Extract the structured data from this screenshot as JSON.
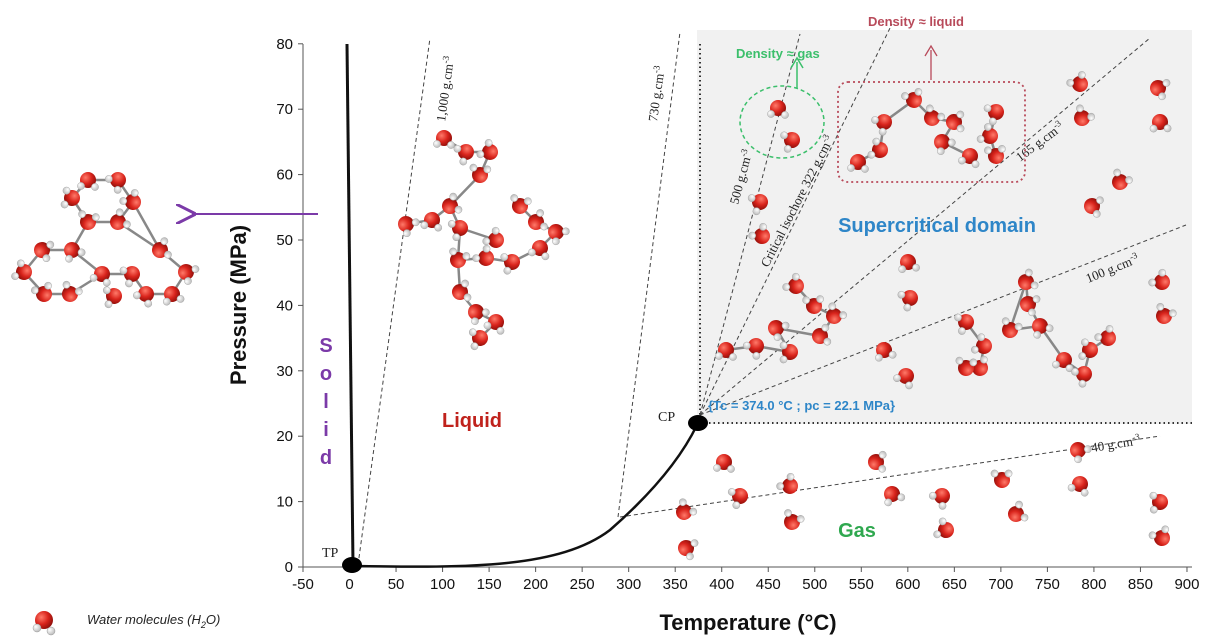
{
  "axes": {
    "x_title": "Temperature (°C)",
    "y_title": "Pressure (MPa)",
    "x_ticks": [
      "-50",
      "0",
      "50",
      "100",
      "150",
      "200",
      "250",
      "300",
      "350",
      "400",
      "450",
      "500",
      "550",
      "600",
      "650",
      "700",
      "750",
      "800",
      "850",
      "900"
    ],
    "y_ticks": [
      "0",
      "10",
      "20",
      "30",
      "40",
      "50",
      "60",
      "70",
      "80"
    ],
    "x_range": [
      -50,
      900
    ],
    "y_range": [
      0,
      80
    ]
  },
  "regions": {
    "solid_letters": [
      "S",
      "o",
      "l",
      "i",
      "d"
    ],
    "liquid": "Liquid",
    "supercritical": "Supercritical domain",
    "gas": "Gas"
  },
  "points": {
    "triple_point": {
      "label": "TP",
      "temperature": 0.01,
      "pressure": 0.0006
    },
    "critical_point": {
      "label": "CP",
      "temperature": 374.0,
      "pressure": 22.1
    }
  },
  "critical_annotation": "{Tc = 374.0 °C ; pc = 22.1 MPa}",
  "isochores": [
    {
      "label": "1,000 g.cm-3",
      "value": "1,000",
      "unit": "g.cm",
      "exp": "-3"
    },
    {
      "label": "730 g.cm-3",
      "value": "730",
      "unit": "g.cm",
      "exp": "-3"
    },
    {
      "label": "500 g.cm-3",
      "value": "500",
      "unit": "g.cm",
      "exp": "-3"
    },
    {
      "label": "Critical isochore 322 g.cm-3",
      "value": "Critical isochore  322",
      "unit": "g.cm",
      "exp": "-3"
    },
    {
      "label": "165 g.cm-3",
      "value": "165",
      "unit": "g.cm",
      "exp": "-3"
    },
    {
      "label": "100 g.cm-3",
      "value": "100",
      "unit": "g.cm",
      "exp": "-3"
    },
    {
      "label": "40 g.cm-3",
      "value": "40",
      "unit": "g.cm",
      "exp": "-3"
    }
  ],
  "annotations": {
    "density_gas": "Density ≈ gas",
    "density_liquid": "Density ≈ liquid"
  },
  "legend": {
    "label": "Water molecules (H2O)",
    "text_pre": "Water molecules (H",
    "sub": "2",
    "text_post": "O)"
  },
  "colors": {
    "solid_label": "#7b3aa8",
    "liquid_label": "#c0221c",
    "supercritical_label": "#2e86c8",
    "gas_label": "#2fa84f",
    "density_gas": "#3bbf6b",
    "density_liquid": "#b84a5a",
    "arrow_purple": "#7b3aa8",
    "oxygen": "#d9241c",
    "supercritical_bg": "#f1f1f1"
  }
}
